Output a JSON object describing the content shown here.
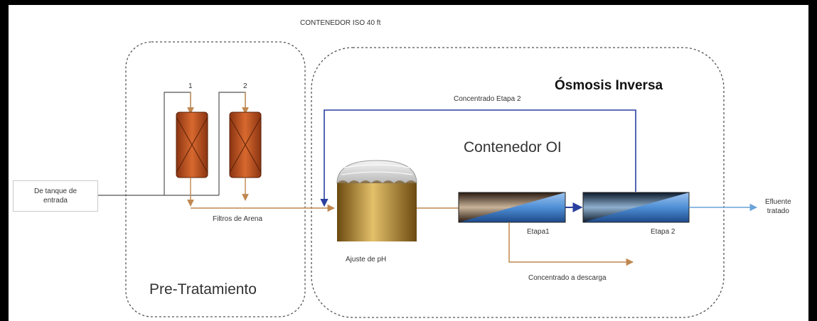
{
  "labels": {
    "container_iso": "CONTENEDOR ISO 40 ft",
    "osmosis_title": "Ósmosis Inversa",
    "concentrate_stage2": "Concentrado Etapa 2",
    "ro_container": "Contenedor OI",
    "inlet_line1": "De tanque de",
    "inlet_line2": "entrada",
    "filter1_num": "1",
    "filter2_num": "2",
    "sand_filters": "Filtros de Arena",
    "ph_adjust": "Ajuste de pH",
    "stage1": "Etapa1",
    "stage2": "Etapa 2",
    "concentrate_discharge": "Concentrado a descarga",
    "effluent_line1": "Efluente",
    "effluent_line2": "tratado",
    "pretreatment": "Pre-Tratamiento"
  },
  "colors": {
    "frame": "#000000",
    "dashed_border": "#555555",
    "feed_line": "#c0874f",
    "concentrate_line": "#2a3f9e",
    "effluent_line": "#6aa3d9",
    "filter_fill": "#c2572a",
    "tank_fill": "#c9a24a",
    "membrane_blue": "#4f8fd6"
  }
}
